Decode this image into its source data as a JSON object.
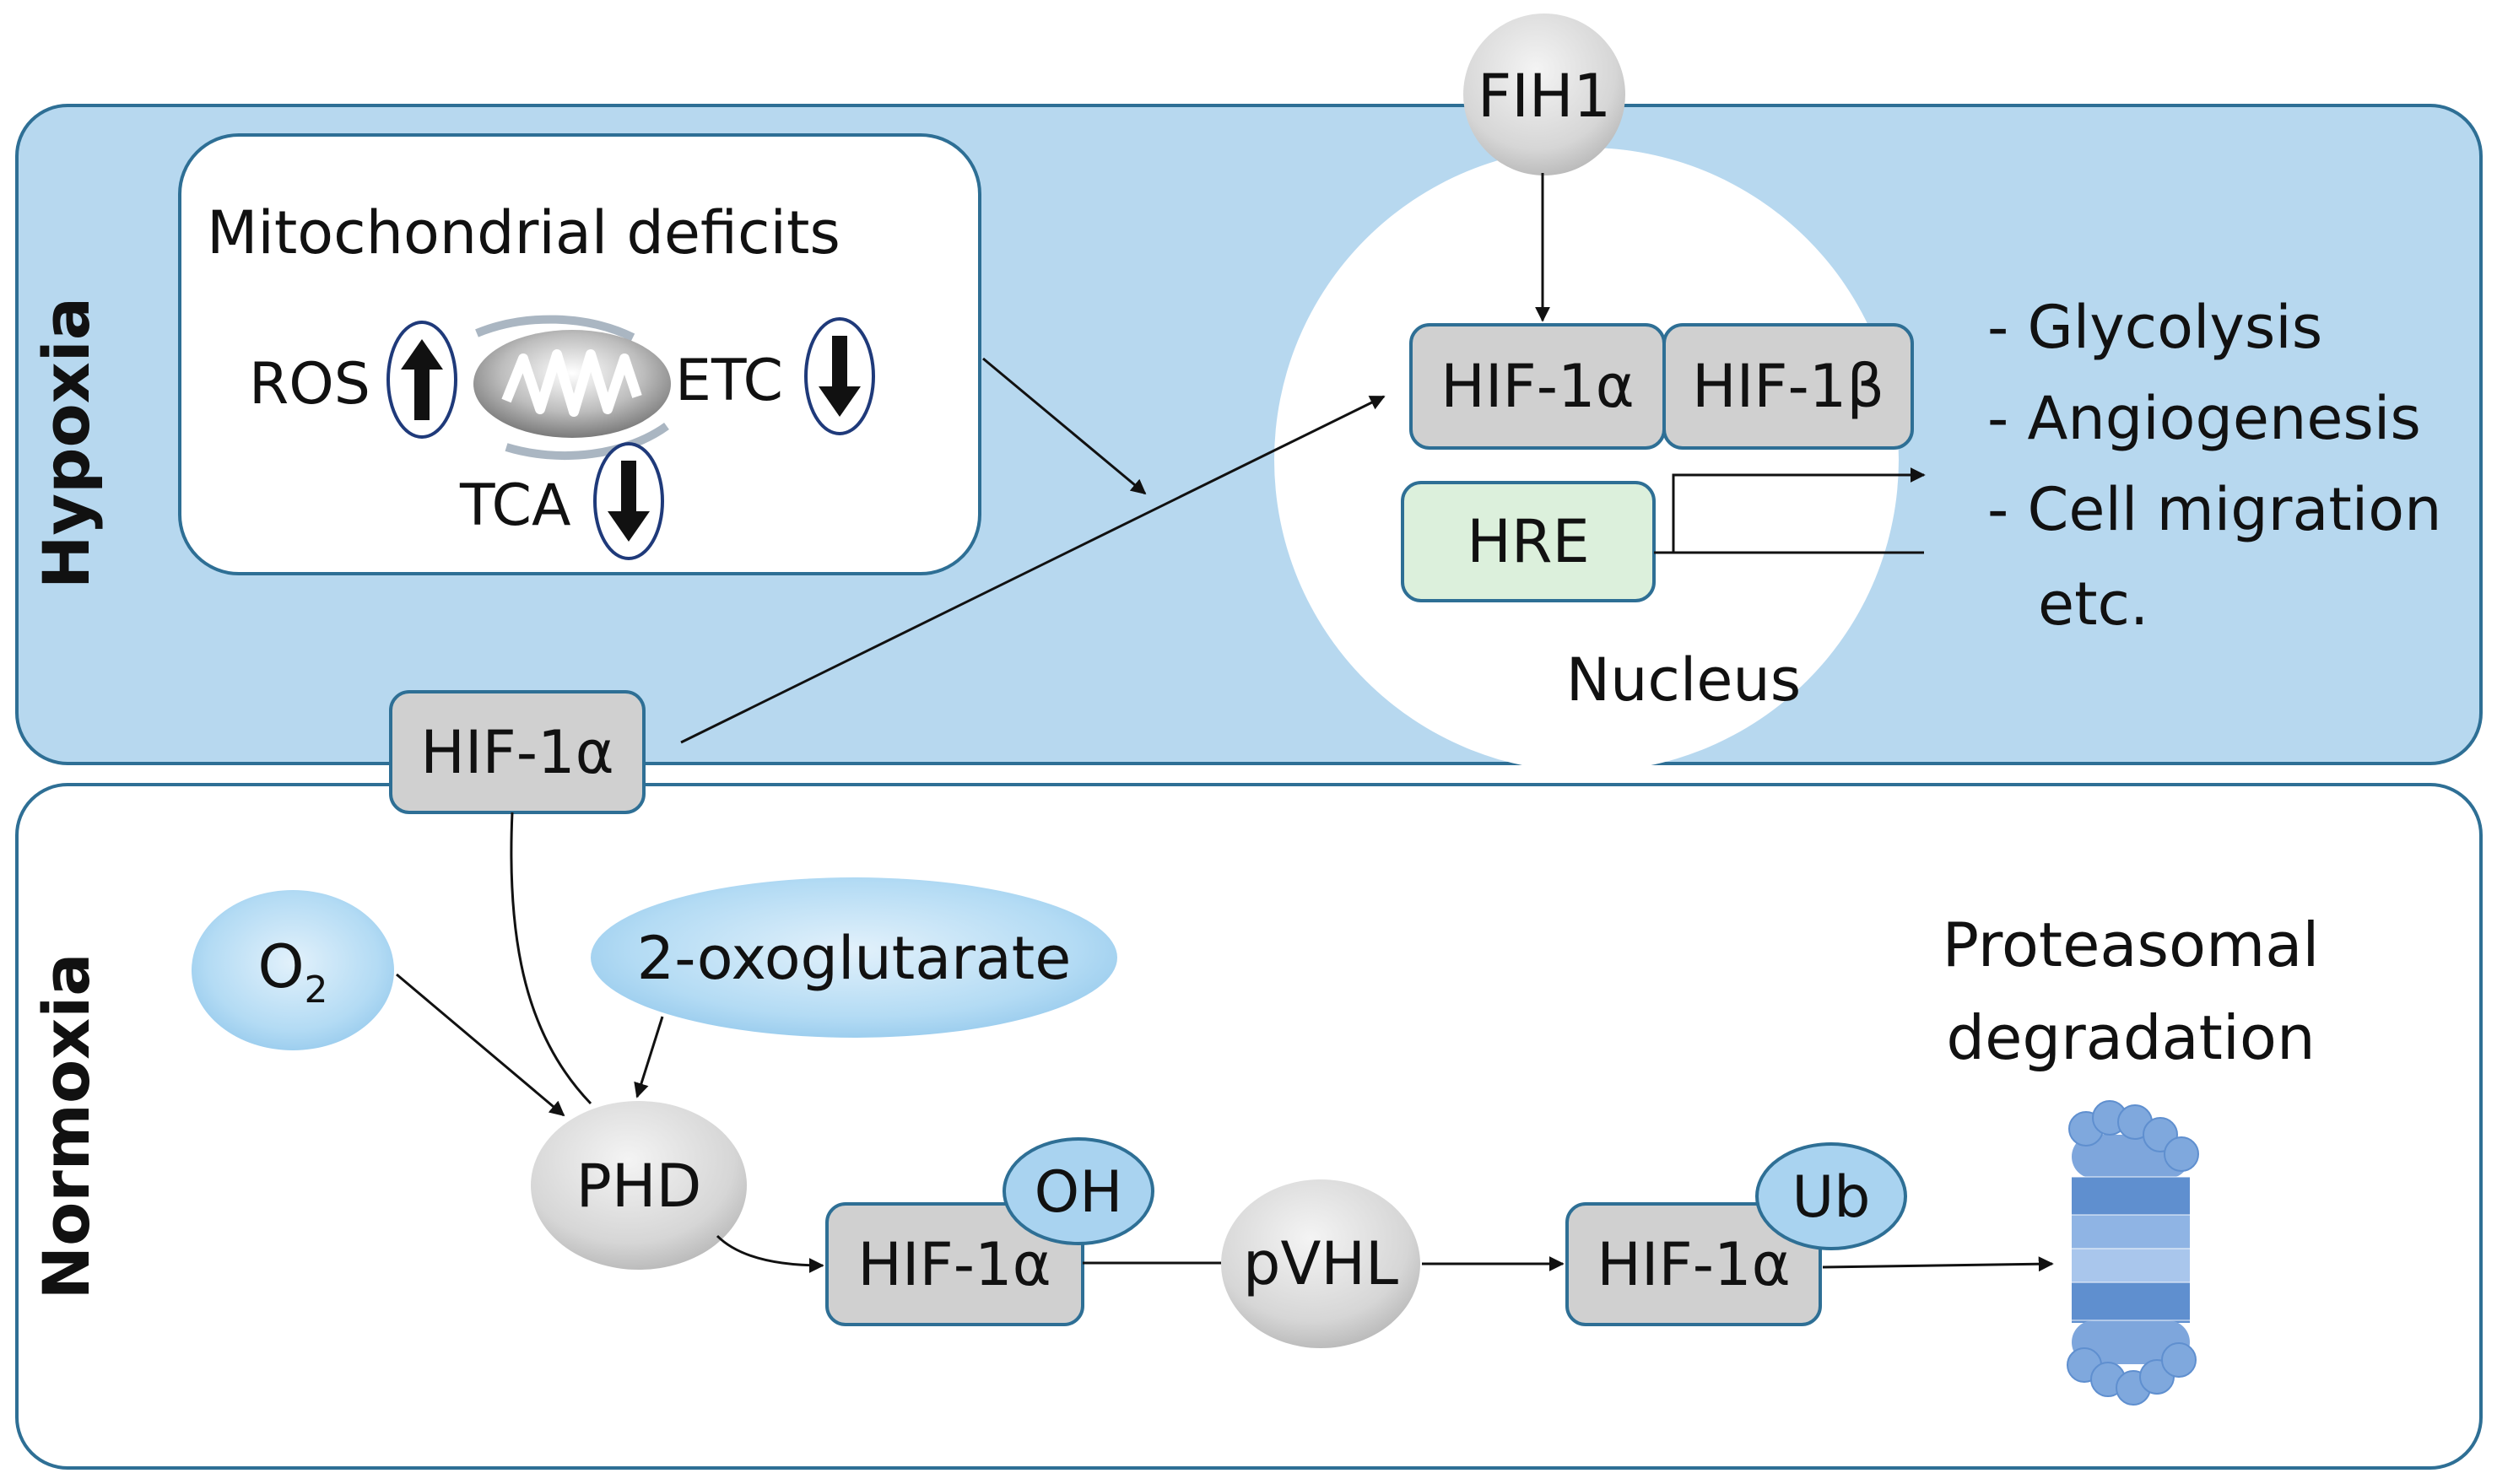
{
  "panels": {
    "hypoxia_label": "Hypoxia",
    "normoxia_label": "Normoxia"
  },
  "mito": {
    "title": "Mitochondrial deficits",
    "ros": "ROS",
    "etc": "ETC",
    "tca": "TCA",
    "ros_trend": "up",
    "etc_trend": "down",
    "tca_trend": "down"
  },
  "fih": "FIH1",
  "nucleus": {
    "label": "Nucleus",
    "hif1a": "HIF-1α",
    "hif1b": "HIF-1β",
    "hre": "HRE"
  },
  "outcomes": [
    "- Glycolysis",
    "- Angiogenesis",
    "- Cell migration",
    "etc."
  ],
  "normoxia": {
    "hif1a_entry": "HIF-1α",
    "o2_main": "O",
    "o2_sub": "2",
    "oxoglutarate": "2-oxoglutarate",
    "phd": "PHD",
    "hif1a_oh": "HIF-1α",
    "oh": "OH",
    "pvhl": "pVHL",
    "hif1a_ub": "HIF-1α",
    "ub": "Ub",
    "proteasome_line1": "Proteasomal",
    "proteasome_line2": "degradation"
  },
  "colors": {
    "hypoxia_fill": "#b7d8ef",
    "panel_border": "#2e6f95",
    "box_fill": "#d0d0d0",
    "hre_fill": "#dcf0dc",
    "light_blue": "#a9d3f0",
    "proteasome": "#6f9ad3"
  }
}
